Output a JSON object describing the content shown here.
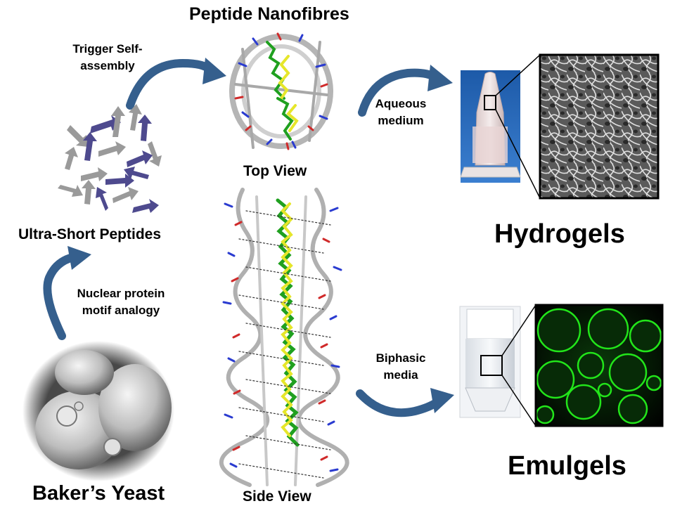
{
  "labels": {
    "peptide_nanofibres": "Peptide Nanofibres",
    "top_view": "Top View",
    "side_view": "Side View",
    "ultra_short_peptides": "Ultra-Short Peptides",
    "bakers_yeast": "Baker’s Yeast",
    "hydrogels": "Hydrogels",
    "emulgels": "Emulgels"
  },
  "arrows": {
    "trigger_line1": "Trigger Self-",
    "trigger_line2": "assembly",
    "nuclear_line1": "Nuclear protein",
    "nuclear_line2": "motif analogy",
    "aqueous_line1": "Aqueous",
    "aqueous_line2": "medium",
    "biphasic_line1": "Biphasic",
    "biphasic_line2": "media"
  },
  "colors": {
    "arrow_blue": "#355F8D",
    "peptide_purple": "#4E4A8E",
    "peptide_gray": "#9A9A9A",
    "fibre_green": "#1FA01F",
    "fibre_yellow": "#E6E62A",
    "emulgel_green": "#22E51A"
  },
  "icons": [
    "curved-arrow-icon",
    "peptide-arrow-icon",
    "vial-icon",
    "sem-image-icon",
    "emulsion-image-icon",
    "yeast-image-icon"
  ]
}
